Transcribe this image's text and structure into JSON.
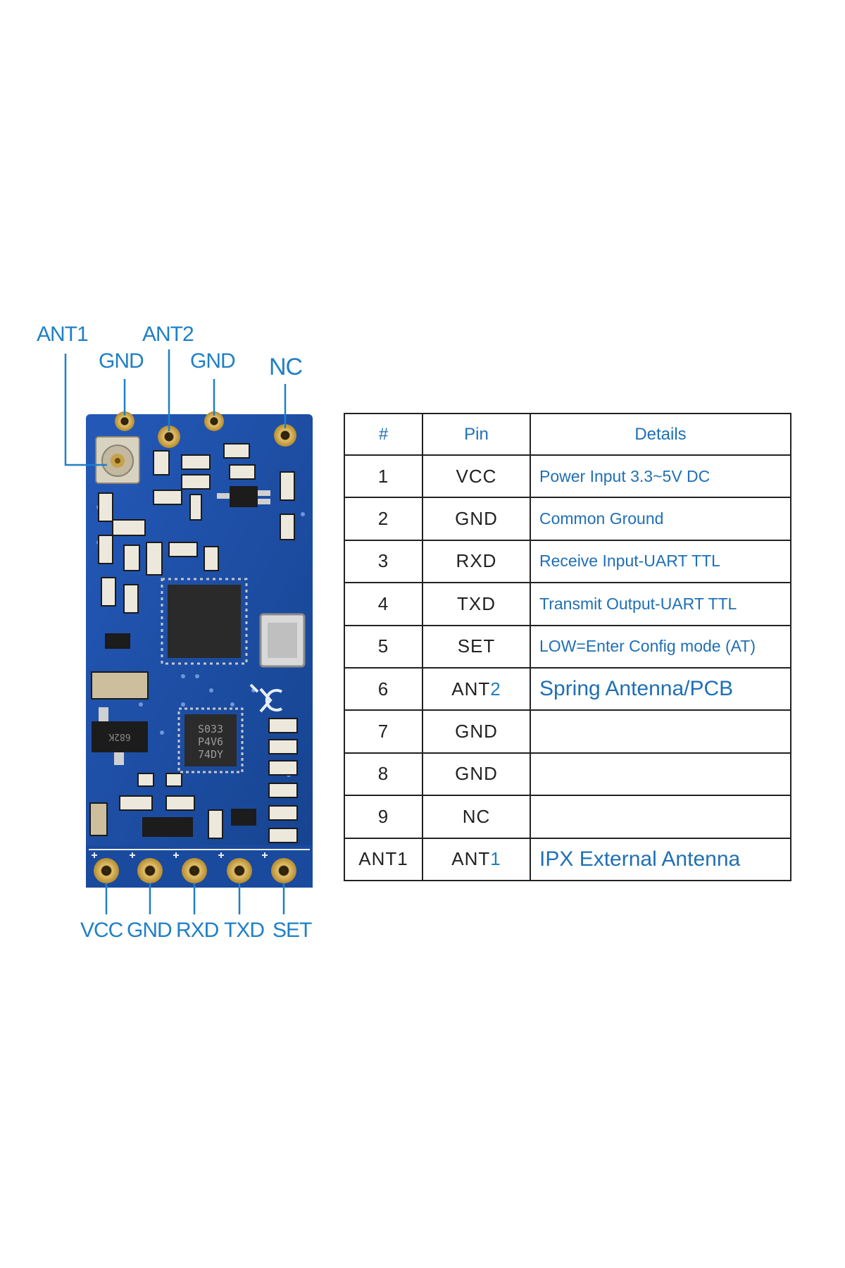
{
  "top_labels": {
    "ant1": "ANT1",
    "gnd_left": "GND",
    "ant2": "ANT2",
    "gnd_right": "GND",
    "nc": "NC"
  },
  "bottom_labels": {
    "vcc": "VCC",
    "gnd": "GND",
    "rxd": "RXD",
    "txd": "TXD",
    "set": "SET"
  },
  "chip_marking": {
    "line1": "S033",
    "line2": "P4V6",
    "line3": "74DY"
  },
  "transistor_marking": "682K",
  "table": {
    "headers": [
      "#",
      "Pin",
      "Details"
    ],
    "rows": [
      {
        "num": "1",
        "pin": "VCC",
        "detail": "Power Input 3.3~5V DC"
      },
      {
        "num": "2",
        "pin": "GND",
        "detail": "Common Ground"
      },
      {
        "num": "3",
        "pin": "RXD",
        "detail": "Receive Input-UART TTL"
      },
      {
        "num": "4",
        "pin": "TXD",
        "detail": "Transmit Output-UART TTL"
      },
      {
        "num": "5",
        "pin": "SET",
        "detail": "LOW=Enter Config mode (AT)"
      },
      {
        "num": "6",
        "pin_prefix": "ANT",
        "pin_digit": "2",
        "detail": "Spring Antenna/PCB"
      },
      {
        "num": "7",
        "pin": "GND",
        "detail": ""
      },
      {
        "num": "8",
        "pin": "GND",
        "detail": ""
      },
      {
        "num": "9",
        "pin": "NC",
        "detail": ""
      },
      {
        "num": "ANT1",
        "pin_prefix": "ANT",
        "pin_digit": "1",
        "detail": "IPX External Antenna"
      }
    ]
  },
  "colors": {
    "label_blue": "#1f7fc6",
    "detail_blue": "#1f6fb5",
    "pcb_blue": "#1d4fa8",
    "pad_gold": "#c8a24a"
  }
}
